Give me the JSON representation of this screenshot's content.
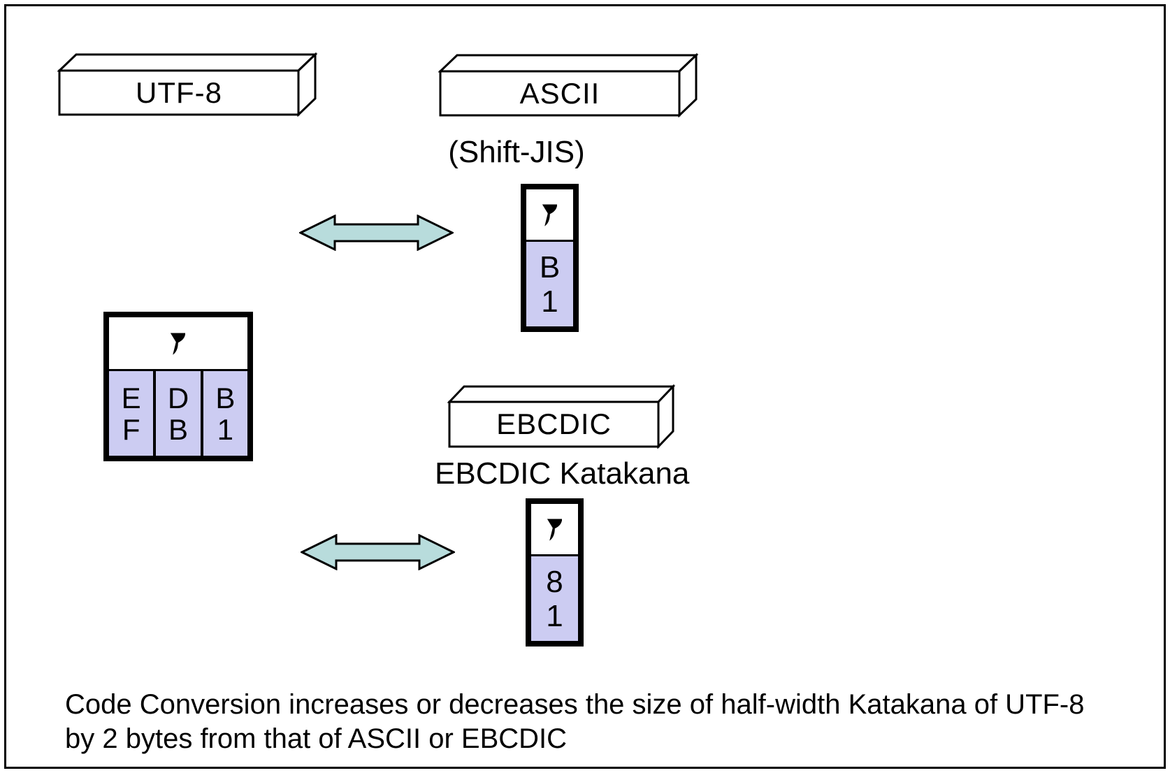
{
  "diagram": {
    "encoding_boxes": [
      {
        "label": "UTF-8"
      },
      {
        "label": "ASCII"
      },
      {
        "label": "EBCDIC"
      }
    ],
    "sublabels": {
      "shift_jis": "(Shift-JIS)",
      "ebcdic_katakana": "EBCDIC Katakana"
    },
    "byte_boxes": {
      "utf8": {
        "char": "ア",
        "bytes": [
          [
            "E",
            "F"
          ],
          [
            "D",
            "B"
          ],
          [
            "B",
            "1"
          ]
        ]
      },
      "shift_jis": {
        "char": "ア",
        "bytes": [
          [
            "B",
            "1"
          ]
        ]
      },
      "ebcdic": {
        "char": "ア",
        "bytes": [
          [
            "8",
            "1"
          ]
        ]
      }
    },
    "caption": {
      "line1": "Code Conversion increases or decreases the size of half-width Katakana of UTF-8",
      "line2": "by 2 bytes from that of ASCII or EBCDIC"
    },
    "colors": {
      "byte_cell_fill": "#CCCCF2",
      "arrow_fill": "#B8DCDC",
      "outline": "#000000",
      "background": "#FFFFFF"
    },
    "icons": {
      "double_arrow": "double-headed-horizontal-arrow",
      "katakana_glyph": "half-width-katakana-a"
    }
  }
}
